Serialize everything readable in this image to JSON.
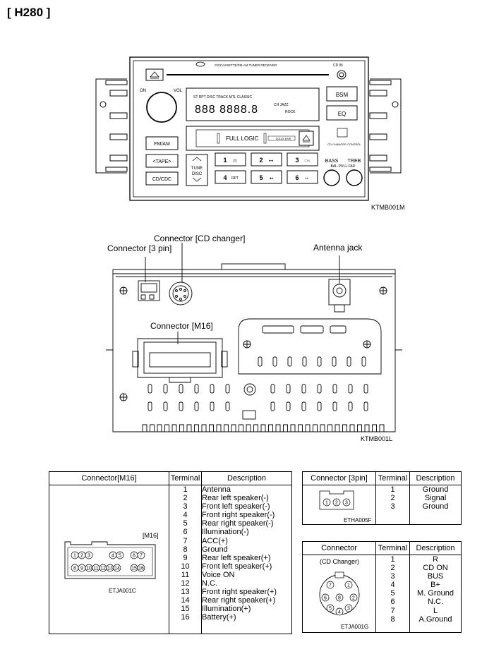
{
  "page_title": "[ H280 ]",
  "figure_codes": {
    "front": "KTMB001M",
    "rear": "KTMB001L",
    "m16": "ETJA001C",
    "pin3": "ETHA005F",
    "cdc": "ETJA001G"
  },
  "front_panel": {
    "model_label": "CD/CASSETTE/FM-AM TUNER RECEIVER",
    "cd_in_label": "CD IN",
    "on_label": "ON",
    "vol_label": "VOL",
    "display_indicators": "ST  RPT  DISC  TRACK  MTL  CLASSIC",
    "display_digits": "888 8888.8",
    "display_side": "CH  JAZZ",
    "display_rock": "ROCK",
    "bsm_label": "BSM",
    "eq_label": "EQ",
    "full_logic_label": "FULL LOGIC",
    "dolby_label": "DOLBY B NR",
    "cd_changer_label": "CD CHANGER CONTROL",
    "fmam_label": "FM/AM",
    "tape_label": "<TAPE>",
    "cdcdc_label": "CD/CDC",
    "tune_label": "TUNE",
    "disc_label": "DISC",
    "bass_label": "BASS",
    "treb_label": "TREB",
    "bal_fad_label": "BAL-PULL-FAD",
    "presets": [
      {
        "num": "1",
        "sym": "▯▯"
      },
      {
        "num": "2",
        "sym": "▸◂"
      },
      {
        "num": "3",
        "sym": "▭◃"
      },
      {
        "num": "4",
        "sym": "RPT"
      },
      {
        "num": "5",
        "sym": "◂◂"
      },
      {
        "num": "6",
        "sym": "▹▹"
      }
    ]
  },
  "rear_callouts": {
    "cd_changer": "Connector [CD changer]",
    "pin3": "Connector [3 pin]",
    "antenna": "Antenna jack",
    "m16": "Connector [M16]"
  },
  "m16_table": {
    "headers": [
      "Connector[M16]",
      "Terminal",
      "Description"
    ],
    "diagram_label": "[M16]",
    "pins_top": [
      "1",
      "2",
      "3",
      "4",
      "5",
      "6",
      "7"
    ],
    "pins_bottom": [
      "8",
      "9",
      "10",
      "11",
      "12",
      "13",
      "14",
      "15",
      "16"
    ],
    "rows": [
      {
        "terminal": "1",
        "description": "Antenna"
      },
      {
        "terminal": "2",
        "description": "Rear left speaker(-)"
      },
      {
        "terminal": "3",
        "description": "Front left speaker(-)"
      },
      {
        "terminal": "4",
        "description": "Front right speaker(-)"
      },
      {
        "terminal": "5",
        "description": "Rear right speaker(-)"
      },
      {
        "terminal": "6",
        "description": "Illumination(-)"
      },
      {
        "terminal": "7",
        "description": "ACC(+)"
      },
      {
        "terminal": "8",
        "description": "Ground"
      },
      {
        "terminal": "9",
        "description": "Rear left speaker(+)"
      },
      {
        "terminal": "10",
        "description": "Front left speaker(+)"
      },
      {
        "terminal": "11",
        "description": "Voice ON"
      },
      {
        "terminal": "12",
        "description": "N.C."
      },
      {
        "terminal": "13",
        "description": "Front right speaker(+)"
      },
      {
        "terminal": "14",
        "description": "Rear right speaker(+)"
      },
      {
        "terminal": "15",
        "description": "Illumination(+)"
      },
      {
        "terminal": "16",
        "description": "Battery(+)"
      }
    ]
  },
  "pin3_table": {
    "headers": [
      "Connector [3pin]",
      "Terminal",
      "Description"
    ],
    "pins": [
      "1",
      "2",
      "3"
    ],
    "rows": [
      {
        "terminal": "1",
        "description": "Ground"
      },
      {
        "terminal": "2",
        "description": "Signal"
      },
      {
        "terminal": "3",
        "description": "Ground"
      }
    ]
  },
  "cdc_table": {
    "headers": [
      "Connector",
      "Terminal",
      "Description"
    ],
    "diagram_label": "(CD Changer)",
    "pins": [
      "1",
      "2",
      "3",
      "4",
      "5",
      "6",
      "7",
      "8"
    ],
    "rows": [
      {
        "terminal": "1",
        "description": "R"
      },
      {
        "terminal": "2",
        "description": "CD ON"
      },
      {
        "terminal": "3",
        "description": "BUS"
      },
      {
        "terminal": "4",
        "description": "B+"
      },
      {
        "terminal": "5",
        "description": "M. Ground"
      },
      {
        "terminal": "6",
        "description": "N.C."
      },
      {
        "terminal": "7",
        "description": "L"
      },
      {
        "terminal": "8",
        "description": "A.Ground"
      }
    ]
  }
}
